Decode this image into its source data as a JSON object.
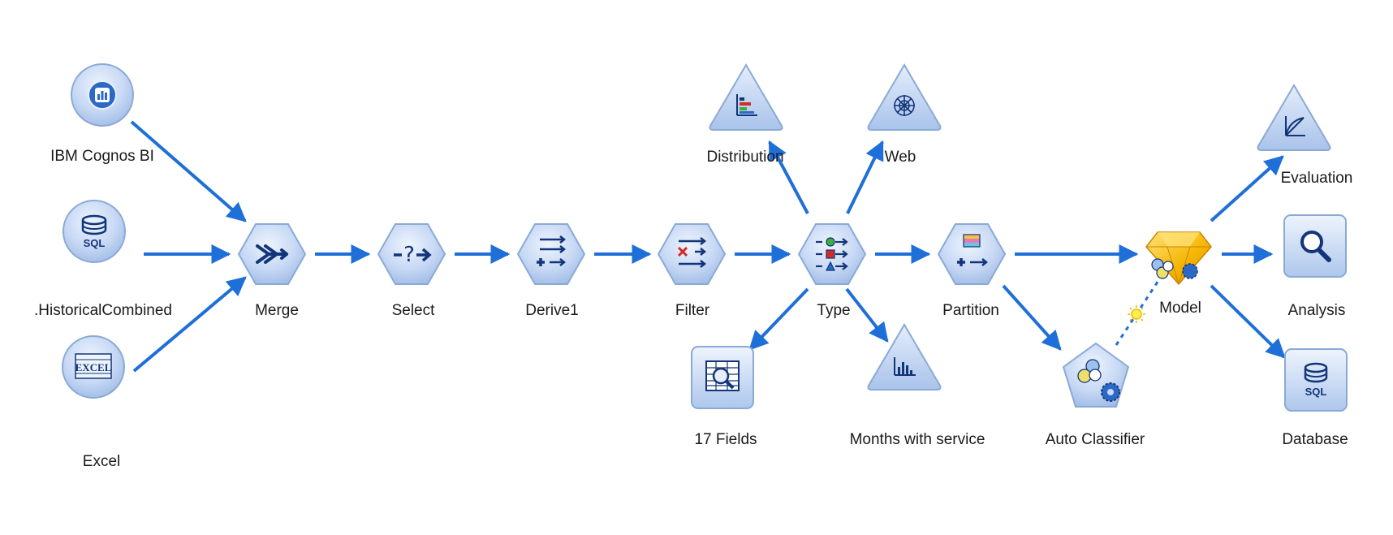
{
  "colors": {
    "accent": "#1f6fd8",
    "node_fill": "#c9daf5",
    "node_stroke": "#8aaad6",
    "glyph": "#12357a",
    "model_gold": "#f5b400"
  },
  "nodes": {
    "cognos": {
      "label": "IBM Cognos BI",
      "icon": "cognos-chart-icon"
    },
    "sql_source": {
      "label": ".HistoricalCombined",
      "icon": "sql-database-icon",
      "badge": "SQL"
    },
    "excel": {
      "label": "Excel",
      "icon": "excel-icon",
      "badge": "EXCEL"
    },
    "merge": {
      "label": "Merge",
      "icon": "merge-icon"
    },
    "select": {
      "label": "Select",
      "icon": "select-icon"
    },
    "derive": {
      "label": "Derive1",
      "icon": "derive-icon"
    },
    "filter": {
      "label": "Filter",
      "icon": "filter-icon"
    },
    "type": {
      "label": "Type",
      "icon": "type-icon"
    },
    "partition": {
      "label": "Partition",
      "icon": "partition-icon"
    },
    "model": {
      "label": "Model",
      "icon": "model-nugget-icon"
    },
    "distribution": {
      "label": "Distribution",
      "icon": "distribution-icon"
    },
    "web": {
      "label": "Web",
      "icon": "web-graph-icon"
    },
    "fields": {
      "label": "17 Fields",
      "icon": "table-output-icon"
    },
    "months": {
      "label": "Months with service",
      "icon": "histogram-icon"
    },
    "autoclass": {
      "label": "Auto Classifier",
      "icon": "auto-classifier-icon"
    },
    "evaluation": {
      "label": "Evaluation",
      "icon": "evaluation-icon"
    },
    "analysis": {
      "label": "Analysis",
      "icon": "analysis-icon"
    },
    "database": {
      "label": "Database",
      "icon": "database-export-icon",
      "badge": "SQL"
    }
  }
}
